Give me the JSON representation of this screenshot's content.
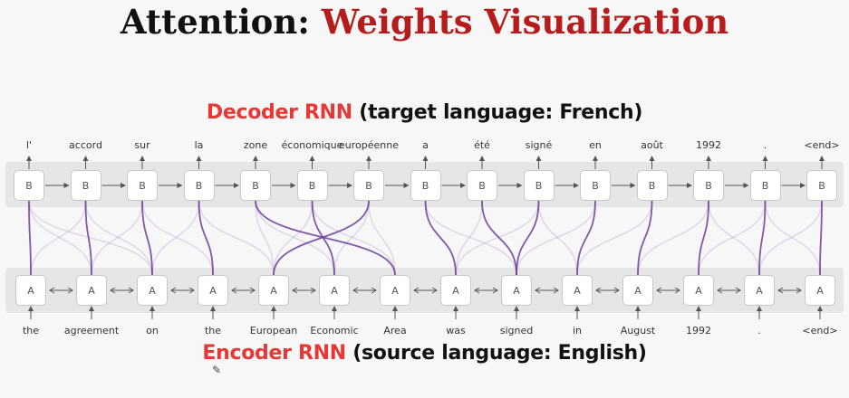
{
  "title": {
    "prefix": "Attention:",
    "highlight": "Weights Visualization"
  },
  "decoder_caption": {
    "highlight": "Decoder RNN",
    "rest": " (target language: French)"
  },
  "encoder_caption": {
    "highlight": "Encoder RNN",
    "rest": " (source language: English)"
  },
  "decoder_cell_label": "B",
  "encoder_cell_label": "A",
  "target_tokens": [
    "l'",
    "accord",
    "sur",
    "la",
    "zone",
    "économique",
    "européenne",
    "a",
    "été",
    "signé",
    "en",
    "août",
    "1992",
    ".",
    "<end>"
  ],
  "source_tokens": [
    "the",
    "agreement",
    "on",
    "the",
    "European",
    "Economic",
    "Area",
    "was",
    "signed",
    "in",
    "August",
    "1992",
    ".",
    "<end>"
  ],
  "colors": {
    "title_accent": "#b71c1c",
    "caption_accent": "#e53935",
    "attention": "#6a3d9a"
  },
  "attention_strong": [
    [
      0,
      0
    ],
    [
      1,
      1
    ],
    [
      2,
      2
    ],
    [
      3,
      3
    ],
    [
      4,
      6
    ],
    [
      5,
      5
    ],
    [
      6,
      4
    ],
    [
      7,
      7
    ],
    [
      8,
      8
    ],
    [
      9,
      8
    ],
    [
      10,
      9
    ],
    [
      11,
      10
    ],
    [
      12,
      11
    ],
    [
      13,
      12
    ],
    [
      14,
      13
    ]
  ],
  "attention_weak": [
    [
      0,
      1
    ],
    [
      1,
      0
    ],
    [
      2,
      1
    ],
    [
      2,
      3
    ],
    [
      3,
      2
    ],
    [
      4,
      5
    ],
    [
      5,
      4
    ],
    [
      5,
      6
    ],
    [
      6,
      5
    ],
    [
      7,
      8
    ],
    [
      8,
      7
    ],
    [
      9,
      7
    ],
    [
      9,
      9
    ],
    [
      10,
      8
    ],
    [
      11,
      9
    ],
    [
      12,
      10
    ],
    [
      13,
      11
    ],
    [
      14,
      12
    ],
    [
      13,
      13
    ],
    [
      4,
      4
    ],
    [
      6,
      6
    ],
    [
      1,
      2
    ],
    [
      0,
      2
    ],
    [
      3,
      4
    ],
    [
      12,
      12
    ]
  ]
}
